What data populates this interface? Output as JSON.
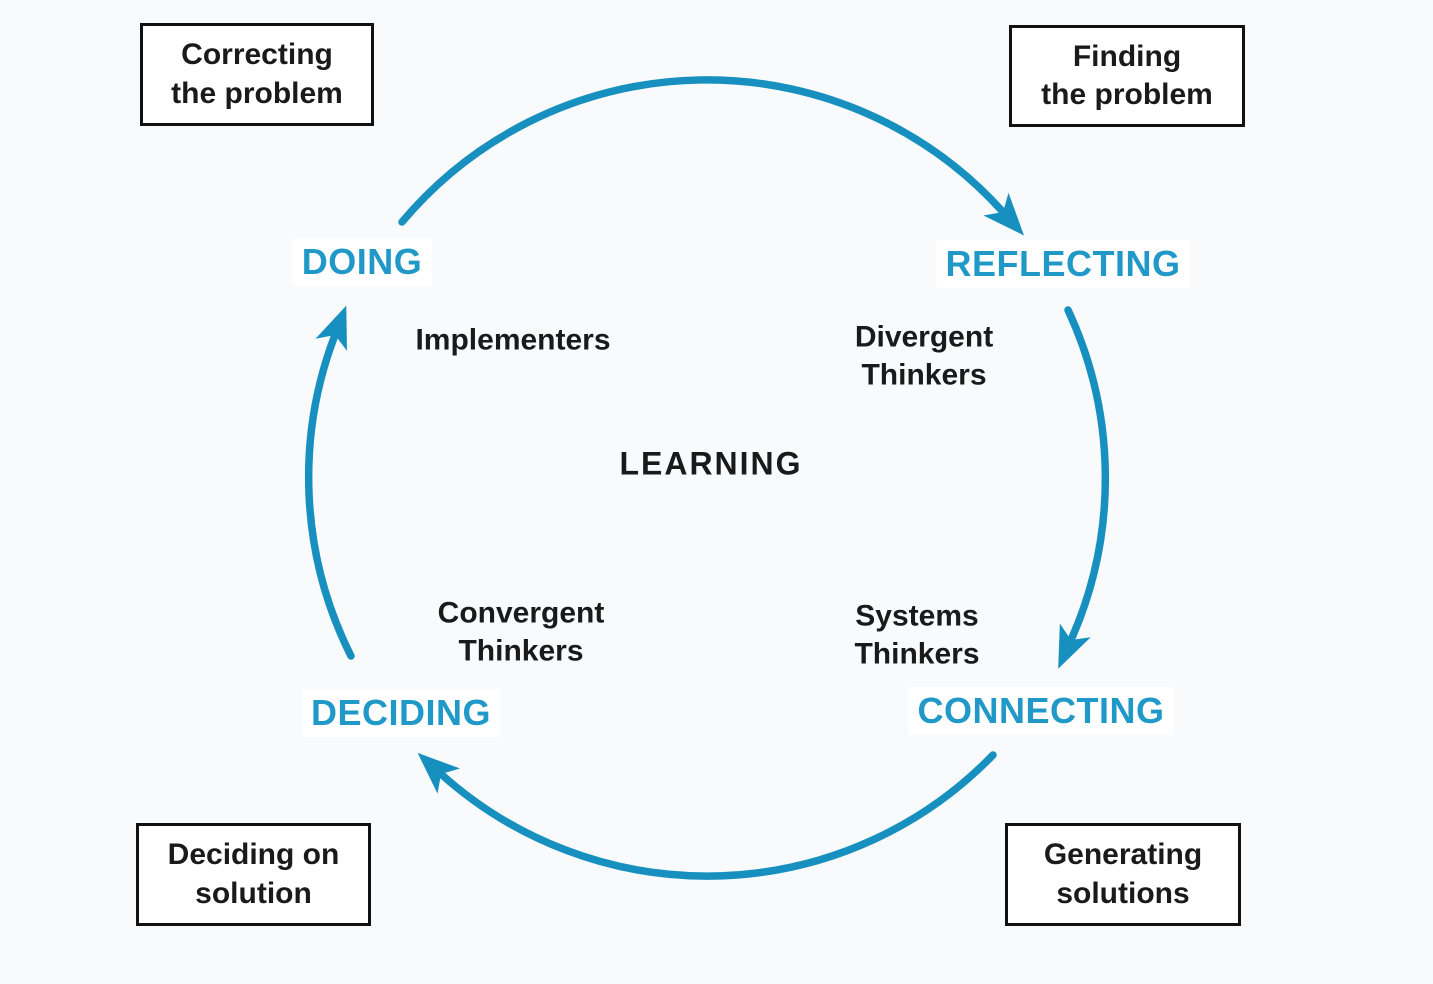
{
  "diagram_type": "learning-cycle",
  "center_title": {
    "label": "LEARNING"
  },
  "stages": {
    "doing": {
      "label": "DOING"
    },
    "reflecting": {
      "label": "REFLECTING"
    },
    "connecting": {
      "label": "CONNECTING"
    },
    "deciding": {
      "label": "DECIDING"
    }
  },
  "thinkers": {
    "implementers": {
      "lines": [
        "Implementers"
      ]
    },
    "divergent": {
      "lines": [
        "Divergent",
        "Thinkers"
      ]
    },
    "systems": {
      "lines": [
        "Systems",
        "Thinkers"
      ]
    },
    "convergent": {
      "lines": [
        "Convergent",
        "Thinkers"
      ]
    }
  },
  "corner_boxes": {
    "top_left": {
      "lines": [
        "Correcting",
        "the problem"
      ]
    },
    "top_right": {
      "lines": [
        "Finding",
        "the problem"
      ]
    },
    "bottom_left": {
      "lines": [
        "Deciding on",
        "solution"
      ]
    },
    "bottom_right": {
      "lines": [
        "Generating",
        "solutions"
      ]
    }
  },
  "arrows": [
    {
      "from": "DOING",
      "to": "REFLECTING"
    },
    {
      "from": "REFLECTING",
      "to": "CONNECTING"
    },
    {
      "from": "CONNECTING",
      "to": "DECIDING"
    },
    {
      "from": "DECIDING",
      "to": "DOING"
    }
  ],
  "colors": {
    "accent": "#1790c0",
    "accent_text": "#2199c8",
    "ink": "#1a1a1a",
    "background": "#f8fafc",
    "box_fill": "#ffffff",
    "box_border": "#111111"
  }
}
